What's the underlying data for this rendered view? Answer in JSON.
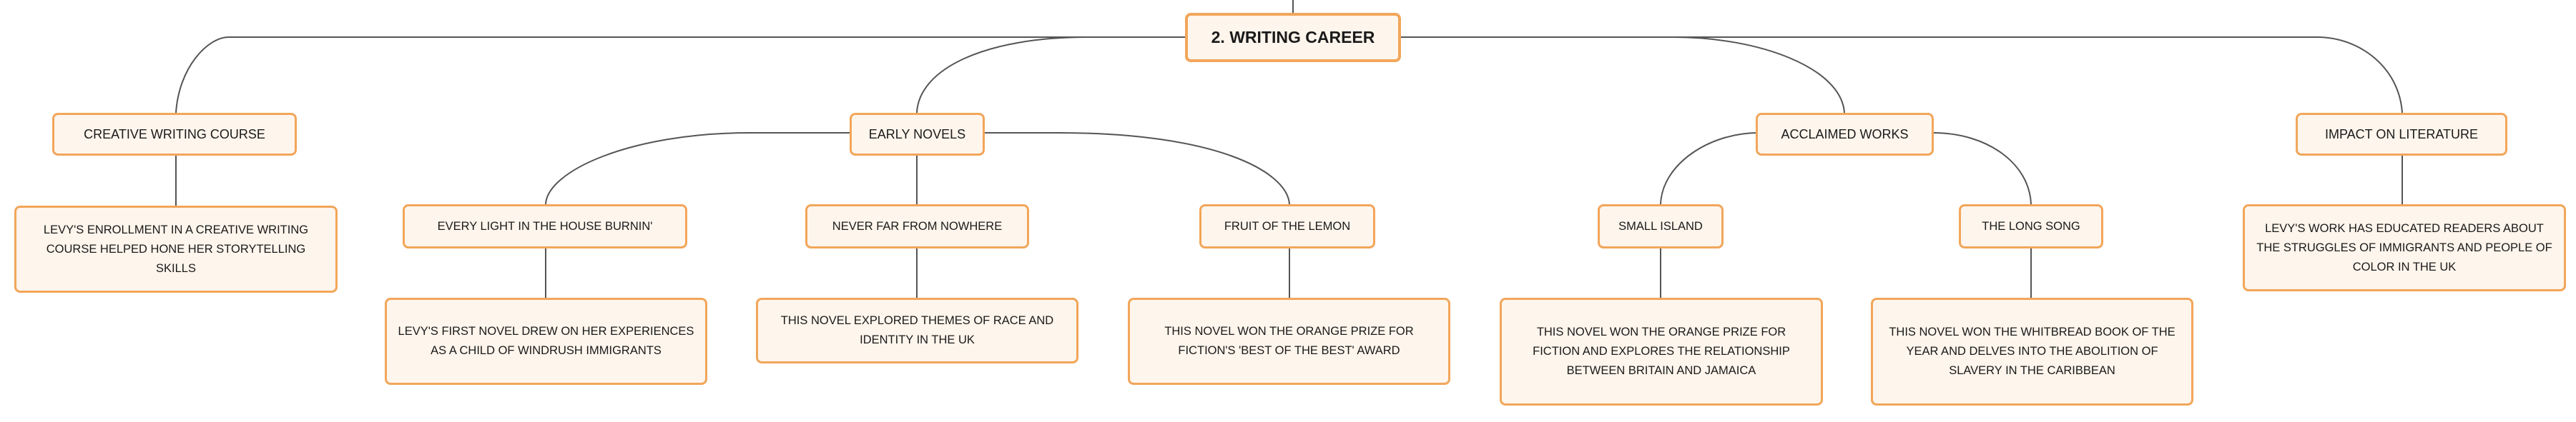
{
  "root": {
    "label": "2. WRITING CAREER"
  },
  "topics": [
    {
      "label": "CREATIVE WRITING COURSE"
    },
    {
      "label": "EARLY NOVELS"
    },
    {
      "label": "ACCLAIMED WORKS"
    },
    {
      "label": "IMPACT ON LITERATURE"
    }
  ],
  "early_novels": [
    {
      "label": "EVERY LIGHT IN THE HOUSE BURNIN'"
    },
    {
      "label": "NEVER FAR FROM NOWHERE"
    },
    {
      "label": "FRUIT OF THE LEMON"
    }
  ],
  "acclaimed_works": [
    {
      "label": "SMALL ISLAND"
    },
    {
      "label": "THE LONG SONG"
    }
  ],
  "details": {
    "creative_course": "LEVY'S ENROLLMENT IN A CREATIVE WRITING COURSE HELPED HONE HER STORYTELLING SKILLS",
    "every_light": "LEVY'S FIRST NOVEL DREW ON HER EXPERIENCES AS A CHILD OF WINDRUSH IMMIGRANTS",
    "never_far": "THIS NOVEL EXPLORED THEMES OF RACE AND IDENTITY IN THE UK",
    "fruit_lemon": "THIS NOVEL WON THE ORANGE PRIZE FOR FICTION'S 'BEST OF THE BEST' AWARD",
    "small_island": "THIS NOVEL WON THE ORANGE PRIZE FOR FICTION AND EXPLORES THE RELATIONSHIP BETWEEN BRITAIN AND JAMAICA",
    "long_song": "THIS NOVEL WON THE WHITBREAD BOOK OF THE YEAR AND DELVES INTO THE ABOLITION OF SLAVERY IN THE CARIBBEAN",
    "impact": "LEVY'S WORK HAS EDUCATED READERS ABOUT THE STRUGGLES OF IMMIGRANTS AND PEOPLE OF COLOR IN THE UK"
  },
  "colors": {
    "node_border": "#f2a65a",
    "node_fill": "#fef5ec",
    "connector": "#555555",
    "text": "#1a1a1a"
  }
}
